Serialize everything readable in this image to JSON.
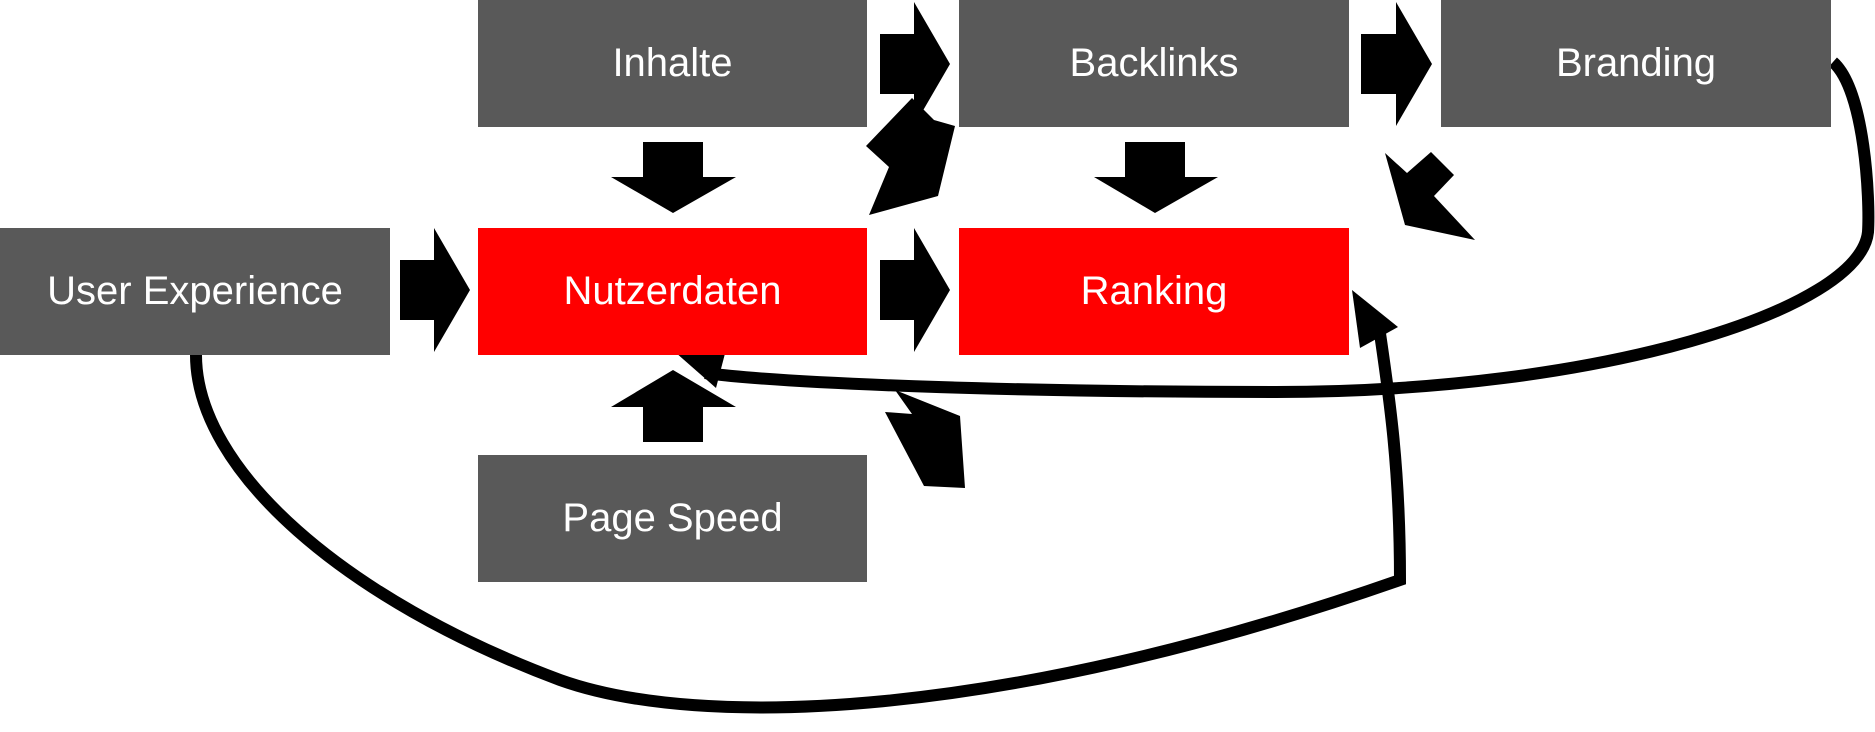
{
  "diagram": {
    "nodes": {
      "inhalte": {
        "label": "Inhalte",
        "color": "#595959"
      },
      "backlinks": {
        "label": "Backlinks",
        "color": "#595959"
      },
      "branding": {
        "label": "Branding",
        "color": "#595959"
      },
      "user_experience": {
        "label": "User Experience",
        "color": "#595959"
      },
      "nutzerdaten": {
        "label": "Nutzerdaten",
        "color": "#ff0000"
      },
      "ranking": {
        "label": "Ranking",
        "color": "#ff0000"
      },
      "page_speed": {
        "label": "Page Speed",
        "color": "#595959"
      }
    },
    "edges": [
      {
        "from": "Inhalte",
        "to": "Backlinks",
        "style": "block-arrow"
      },
      {
        "from": "Backlinks",
        "to": "Branding",
        "style": "block-arrow"
      },
      {
        "from": "Inhalte",
        "to": "Nutzerdaten",
        "style": "block-arrow"
      },
      {
        "from": "Backlinks",
        "to": "Ranking",
        "style": "block-arrow"
      },
      {
        "from": "Backlinks",
        "to": "Nutzerdaten",
        "style": "block-arrow"
      },
      {
        "from": "Branding",
        "to": "Ranking",
        "style": "block-arrow"
      },
      {
        "from": "User Experience",
        "to": "Nutzerdaten",
        "style": "block-arrow"
      },
      {
        "from": "Nutzerdaten",
        "to": "Ranking",
        "style": "block-arrow"
      },
      {
        "from": "Page Speed",
        "to": "Nutzerdaten",
        "style": "block-arrow"
      },
      {
        "from": "Page Speed",
        "to": "Ranking",
        "style": "block-arrow"
      },
      {
        "from": "Branding",
        "to": "Nutzerdaten",
        "style": "curved-connector"
      },
      {
        "from": "User Experience",
        "to": "Ranking",
        "style": "curved-connector"
      }
    ],
    "colors": {
      "node_gray": "#595959",
      "node_red": "#ff0000",
      "arrow": "#000000",
      "text": "#ffffff"
    }
  }
}
